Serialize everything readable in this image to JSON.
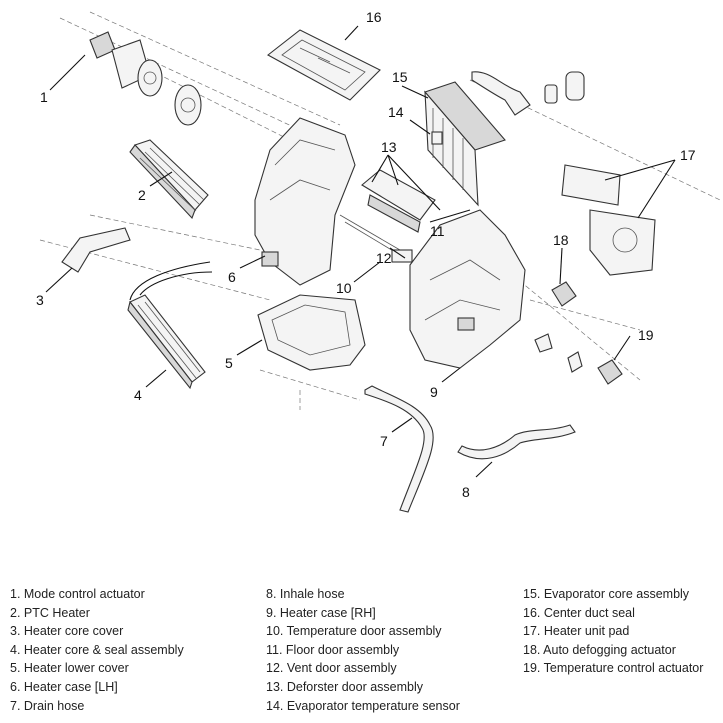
{
  "callouts": [
    "1",
    "2",
    "3",
    "4",
    "5",
    "6",
    "7",
    "8",
    "9",
    "10",
    "11",
    "12",
    "13",
    "14",
    "15",
    "16",
    "17",
    "18",
    "19"
  ],
  "legend": {
    "col1": [
      "1. Mode control actuator",
      "2. PTC Heater",
      "3. Heater core cover",
      "4. Heater core & seal assembly",
      "5. Heater lower cover",
      "6. Heater case [LH]",
      "7. Drain hose"
    ],
    "col2": [
      "8. Inhale hose",
      "9. Heater case [RH]",
      "10. Temperature door assembly",
      "11. Floor door assembly",
      "12. Vent door assembly",
      "13. Deforster door assembly",
      "14. Evaporator temperature sensor"
    ],
    "col3": [
      "15. Evaporator core assembly",
      "16. Center duct seal",
      "17. Heater unit pad",
      "18. Auto defogging actuator",
      "19. Temperature control actuator"
    ]
  }
}
